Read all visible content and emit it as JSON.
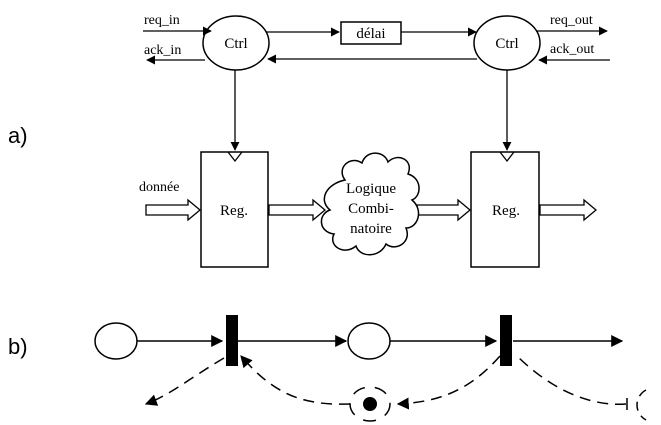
{
  "part_a": {
    "label": "a)",
    "ctrl_left": "Ctrl",
    "ctrl_right": "Ctrl",
    "delay": "délai",
    "req_in": "req_in",
    "ack_in": "ack_in",
    "req_out": "req_out",
    "ack_out": "ack_out",
    "data_in": "donnée",
    "reg_left": "Reg.",
    "reg_right": "Reg.",
    "logic_line1": "Logique",
    "logic_line2": "Combi-",
    "logic_line3": "natoire"
  },
  "part_b": {
    "label": "b)"
  },
  "colors": {
    "stroke": "#000000",
    "background": "#ffffff"
  }
}
